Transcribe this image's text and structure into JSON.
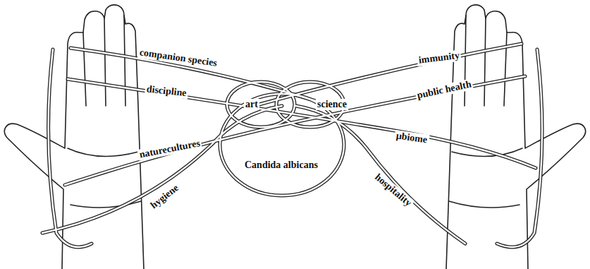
{
  "diagram": {
    "labels": [
      "companion species",
      "immunity",
      "discipline",
      "art",
      "science",
      "public health",
      "naturecultures",
      "μbiome",
      "Candida albicans",
      "hygiene",
      "hospitality"
    ]
  }
}
